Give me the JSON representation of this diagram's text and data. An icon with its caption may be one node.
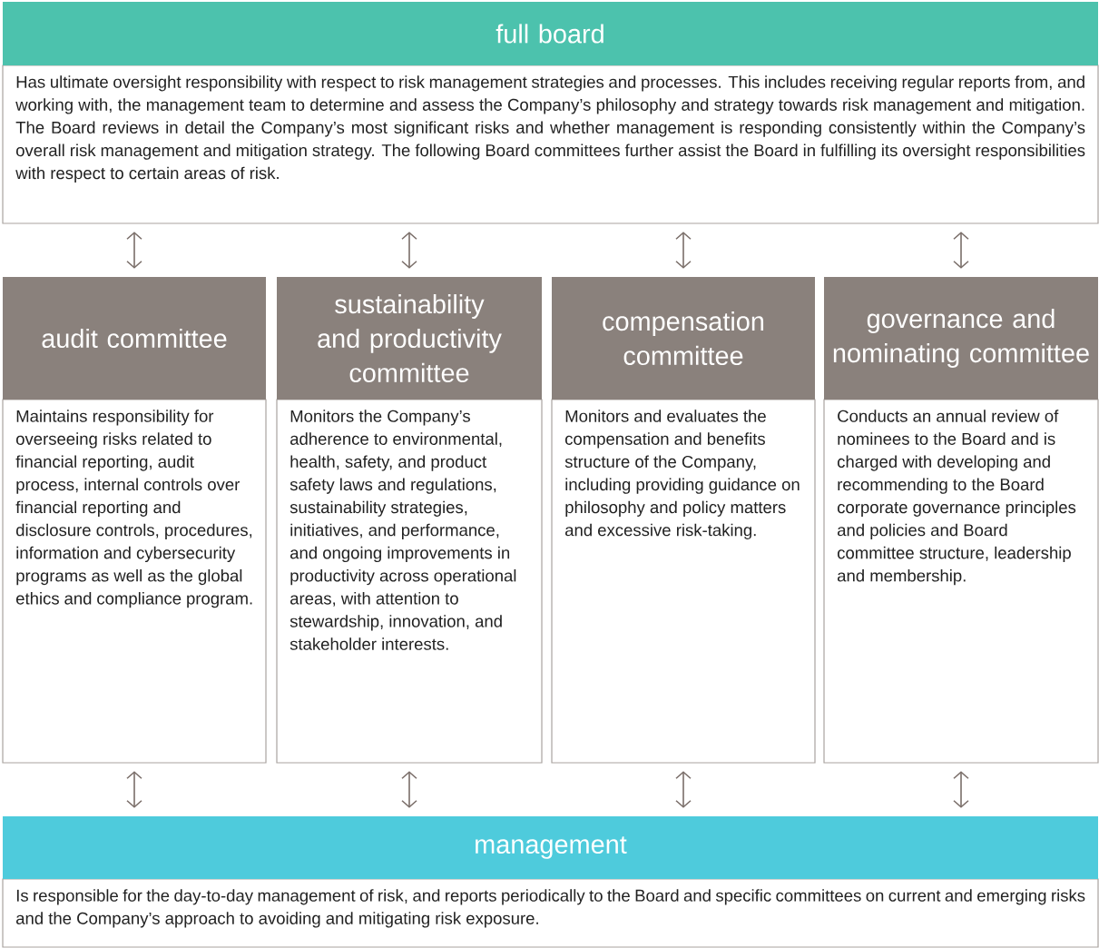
{
  "diagram": {
    "nodes": [
      {
        "text": [
          "full board",
          "Has ultimate oversight responsibility with respect to risk management strategies and processes. This includes receiving regular reports from, and working with, the management team to determine and assess the Company’s philosophy and strategy towards risk management and mitigation. The Board reviews in detail the Company’s most significant risks and whether management is responding consistently within the Company’s overall risk management and mitigation strategy. The following Board committees further assist the Board in fulfilling its oversight responsibilities with respect to certain areas of risk."
        ]
      },
      {
        "text": [
          "audit committee",
          "Maintains responsibility for overseeing risks related to financial reporting, audit process, internal controls over financial reporting and disclosure controls, procedures, information and cybersecurity programs as well as the global ethics and compliance program."
        ]
      },
      {
        "text": [
          "sustainability and productivity committee",
          "Monitors the Company’s adherence to environmental, health, safety, and product safety laws and regulations, sustainability strategies, initiatives, and performance, and ongoing improvements in productivity across operational areas, with attention to stewardship, innovation, and stakeholder interests."
        ]
      },
      {
        "text": [
          "compensation committee",
          "Monitors and evaluates the compensation and benefits structure of the Company, including providing guidance on philosophy and policy matters and excessive risk-taking."
        ]
      },
      {
        "text": [
          "governance and nominating committee",
          "Conducts an annual review of nominees to the Board and is charged with developing and recommending to the Board corporate governance principles and policies and Board committee structure, leadership and membership."
        ]
      },
      {
        "text": [
          "management",
          "Is responsible for the day-to-day management of risk, and reports periodically to the Board and specific committees on current and emerging risks and the Company’s approach to avoiding and mitigating risk exposure."
        ]
      }
    ],
    "edges": [
      {
        "from": 0,
        "to": 1,
        "arrow": "both"
      },
      {
        "from": 0,
        "to": 2,
        "arrow": "both"
      },
      {
        "from": 0,
        "to": 3,
        "arrow": "both"
      },
      {
        "from": 0,
        "to": 4,
        "arrow": "both"
      },
      {
        "from": 1,
        "to": 5,
        "arrow": "both"
      },
      {
        "from": 2,
        "to": 5,
        "arrow": "both"
      },
      {
        "from": 3,
        "to": 5,
        "arrow": "both"
      },
      {
        "from": 4,
        "to": 5,
        "arrow": "both"
      }
    ]
  }
}
